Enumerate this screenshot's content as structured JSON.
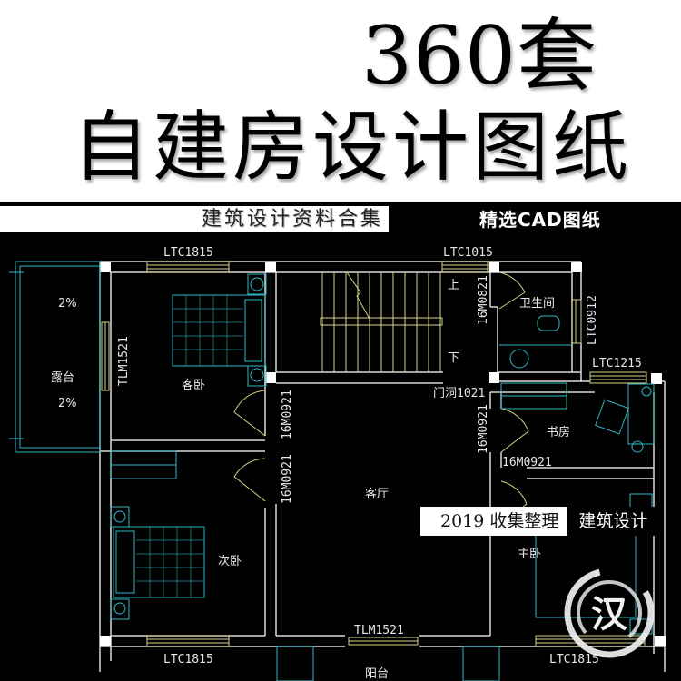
{
  "header": {
    "title_line1": "360套",
    "title_line2": "自建房设计图纸"
  },
  "band": {
    "left_text": "建筑设计资料合集",
    "right_text": "精选CAD图纸"
  },
  "floor_plan": {
    "window_labels": {
      "top_left": "LTC1815",
      "top_center": "LTC1015",
      "right_bath": "LTC0912",
      "right_study": "LTC1215",
      "bottom_left": "LTC1815",
      "bottom_right": "LTC1815"
    },
    "door_labels": {
      "terrace_door": "TLM1521",
      "guest_door": "16M0921",
      "second_door": "16M0921",
      "bath_door": "16M0821",
      "study_door": "16M0921",
      "study_door2": "16M0921",
      "opening": "门洞1021",
      "balcony_door": "TLM1521"
    },
    "rooms": {
      "terrace": "露台",
      "guest_bedroom": "客卧",
      "bathroom": "卫生间",
      "study": "书房",
      "living_room": "客厅",
      "second_bedroom": "次卧",
      "master_bedroom": "主卧",
      "balcony": "阳台"
    },
    "slope_top": "2%",
    "slope_bottom": "2%",
    "stair_up": "上",
    "stair_down": "下"
  },
  "badges": {
    "collection": "2019 收集整理",
    "category": "建筑设计"
  },
  "seal": {
    "glyph": "汉"
  },
  "colors": {
    "wall": "#d9d9d9",
    "furniture": "#2fb7c4",
    "window": "#d8d28a",
    "background": "#000000"
  }
}
